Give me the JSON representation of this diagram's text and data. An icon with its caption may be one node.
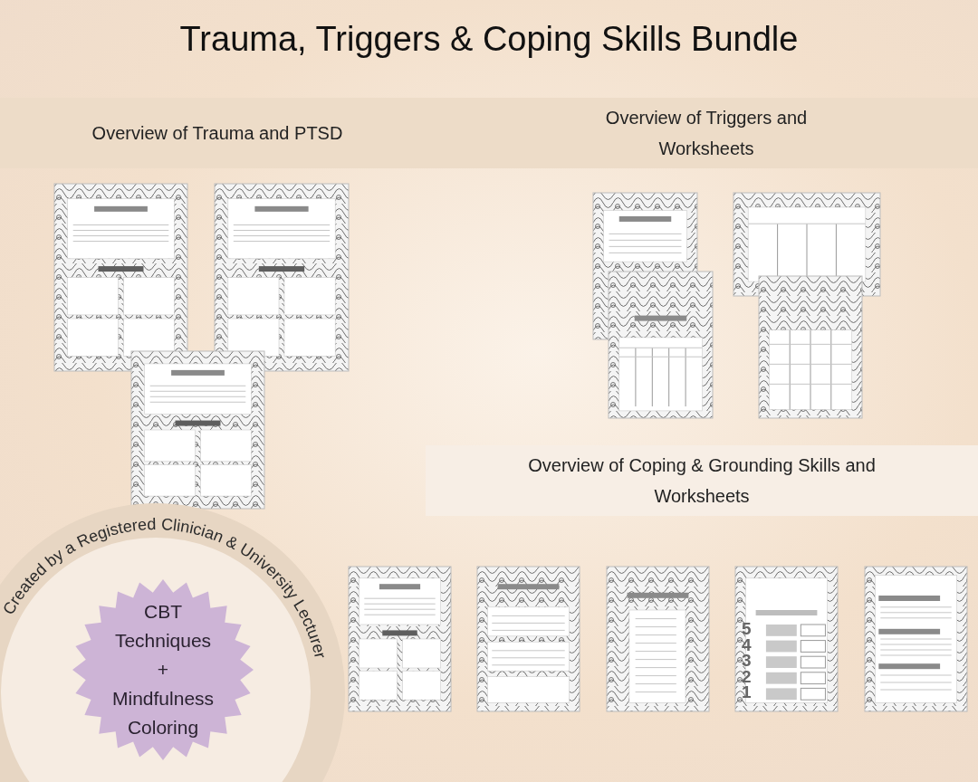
{
  "diagram": {
    "title": "Trauma, Triggers & Coping Skills Bundle",
    "nodes": [
      {
        "text": [
          "Overview of Trauma and PTSD"
        ]
      },
      {
        "text": [
          "Overview of Triggers and Worksheets"
        ]
      },
      {
        "text": [
          "Overview of Coping & Grounding Skills and Worksheets"
        ]
      },
      {
        "text": [
          "CBT Techniques + Mindfulness Coloring"
        ]
      }
    ],
    "edges": [],
    "labels": [
      "Created by a Registered Clinician & University Lecturer",
      "5",
      "4",
      "3",
      "2",
      "1"
    ]
  }
}
